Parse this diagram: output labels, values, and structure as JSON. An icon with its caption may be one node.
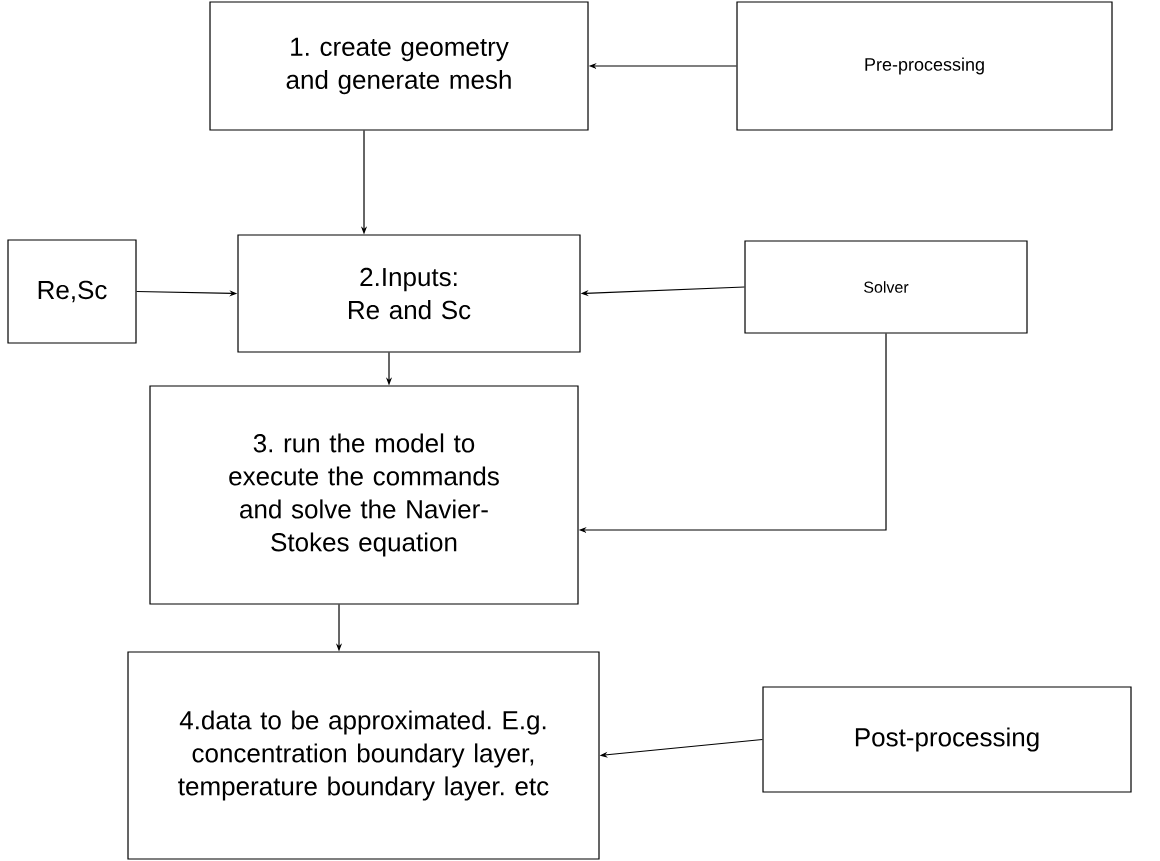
{
  "diagram": {
    "nodes": [
      {
        "text": [
          "1. create geometry and generate mesh"
        ]
      },
      {
        "text": [
          "Pre-processing"
        ]
      },
      {
        "text": [
          "Re,Sc"
        ]
      },
      {
        "text": [
          "2.Inputs: Re and Sc"
        ]
      },
      {
        "text": [
          "Solver"
        ]
      },
      {
        "text": [
          "3. run the model to execute the commands and solve the Navier-Stokes equation"
        ]
      },
      {
        "text": [
          "4.data to be approximated. E.g. concentration boundary layer, temperature boundary layer. etc"
        ]
      },
      {
        "text": [
          "Post-processing"
        ]
      }
    ],
    "edges": [
      {
        "from": 1,
        "to": 0,
        "arrow": "to"
      },
      {
        "from": 0,
        "to": 3,
        "arrow": "to"
      },
      {
        "from": 2,
        "to": 3,
        "arrow": "to"
      },
      {
        "from": 4,
        "to": 3,
        "arrow": "to"
      },
      {
        "from": 3,
        "to": 5,
        "arrow": "to"
      },
      {
        "from": 4,
        "to": 5,
        "arrow": "to"
      },
      {
        "from": 5,
        "to": 6,
        "arrow": "to"
      },
      {
        "from": 7,
        "to": 6,
        "arrow": "to"
      }
    ]
  }
}
